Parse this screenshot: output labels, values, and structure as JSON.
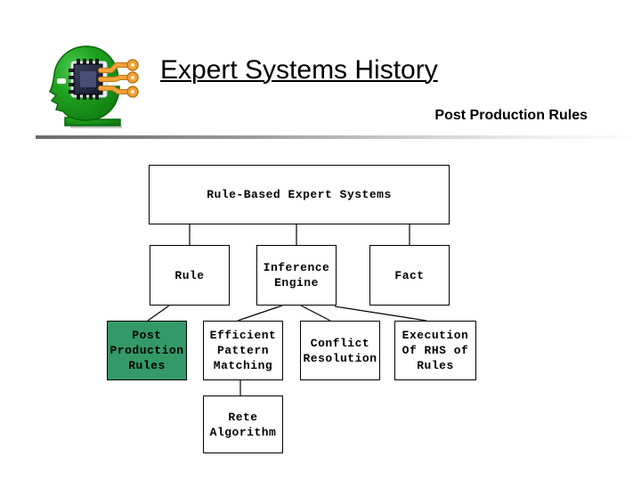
{
  "slide": {
    "title": "Expert Systems History",
    "subtitle": "Post Production Rules"
  },
  "logo": {
    "icon": "circuit-head-icon"
  },
  "diagram": {
    "nodes": {
      "root": {
        "label": "Rule-Based Expert Systems"
      },
      "rule": {
        "label": "Rule"
      },
      "inference_engine": {
        "label": "Inference\nEngine"
      },
      "fact": {
        "label": "Fact"
      },
      "post_production_rules": {
        "label": "Post\nProduction\nRules",
        "highlighted": true
      },
      "efficient_pattern_matching": {
        "label": "Efficient\nPattern\nMatching"
      },
      "conflict_resolution": {
        "label": "Conflict\nResolution"
      },
      "execution_of_rhs": {
        "label": "Execution\nOf RHS of\nRules"
      },
      "rete_algorithm": {
        "label": "Rete\nAlgorithm"
      }
    },
    "colors": {
      "highlight_fill": "#339966",
      "box_fill": "#ffffff",
      "box_border": "#000000",
      "connector": "#000000"
    }
  }
}
